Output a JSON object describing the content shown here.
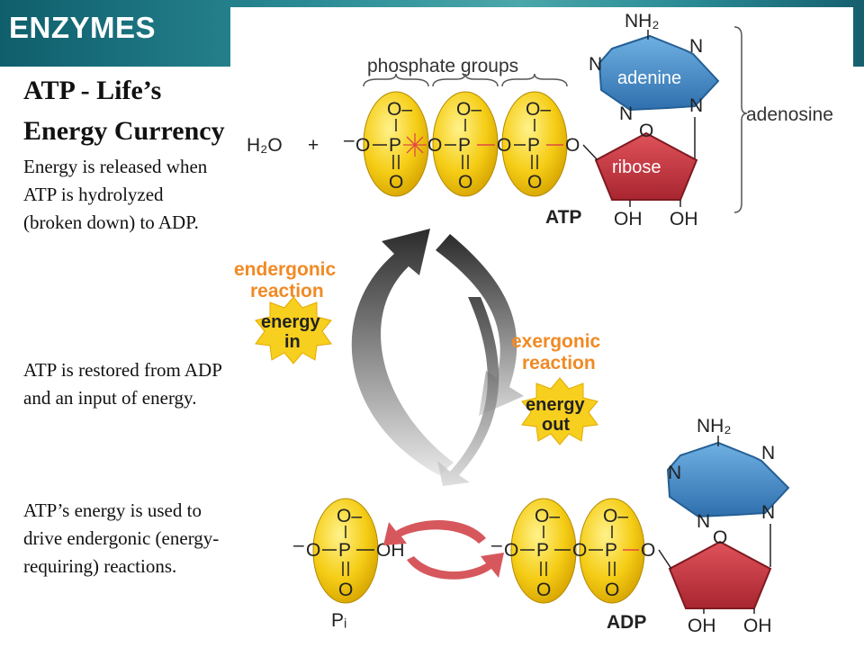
{
  "header": {
    "title": "ENZYMES"
  },
  "slide": {
    "title": "ATP - Life’s Energy Currency",
    "paragraphs": [
      "Energy is released when ATP is hydrolyzed  (broken down) to ADP.",
      "ATP is restored from ADP and an input of energy.",
      "ATP’s energy is used to drive endergonic (energy-requiring) reactions."
    ]
  },
  "diagram": {
    "phosphate_groups_label": "phosphate groups",
    "adenosine_label": "adenosine",
    "adenine_label": "adenine",
    "ribose_label": "ribose",
    "atp_label": "ATP",
    "adp_label": "ADP",
    "water_label": "H₂O",
    "plus_sign": "+",
    "pi_label": "Pᵢ",
    "nh2_label": "NH₂",
    "n_label": "N",
    "o_label": "O",
    "o_minus_label": "O–",
    "p_label": "P",
    "oh_label": "OH",
    "minus_label": "–",
    "endergonic_line1": "endergonic",
    "endergonic_line2": "reaction",
    "energy_in_line1": "energy",
    "energy_in_line2": "in",
    "exergonic_line1": "exergonic",
    "exergonic_line2": "reaction",
    "energy_out_line1": "energy",
    "energy_out_line2": "out",
    "colors": {
      "phosphate_yellow": "#f2c200",
      "adenine_blue": "#3f86c4",
      "ribose_red": "#c8373f",
      "reaction_orange": "#f08a24",
      "arrow_gray": "#5a5a5a",
      "burst_yellow": "#f7cf1e"
    }
  }
}
